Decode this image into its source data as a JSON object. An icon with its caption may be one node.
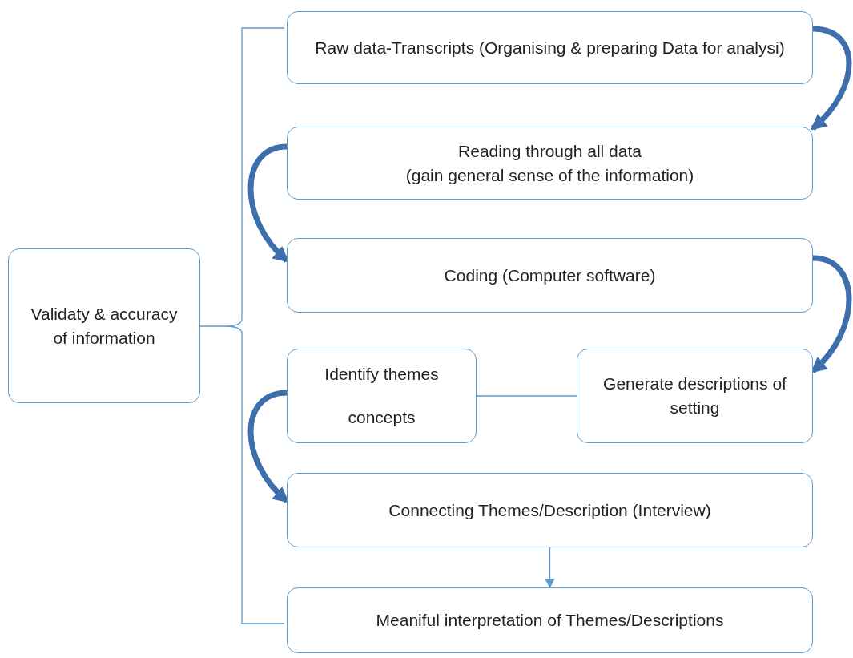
{
  "diagram": {
    "nodes": [
      {
        "text": [
          "Raw data-Transcripts (Organising & preparing Data for analysi)"
        ]
      },
      {
        "text": [
          "Reading through all data",
          "(gain general sense of the information)"
        ]
      },
      {
        "text": [
          "Coding (Computer software)"
        ]
      },
      {
        "text": [
          "Identify themes",
          "concepts"
        ]
      },
      {
        "text": [
          "Generate descriptions of setting"
        ]
      },
      {
        "text": [
          "Connecting Themes/Description (Interview)"
        ]
      },
      {
        "text": [
          "Meaniful interpretation of Themes/Descriptions"
        ]
      },
      {
        "text": [
          "Validaty & accuracy of information"
        ]
      }
    ],
    "edges": [
      {
        "from": 0,
        "to": 1,
        "arrow": "to"
      },
      {
        "from": 1,
        "to": 2,
        "arrow": "to"
      },
      {
        "from": 2,
        "to": 4,
        "arrow": "to"
      },
      {
        "from": 3,
        "to": 5,
        "arrow": "to"
      },
      {
        "from": 3,
        "to": 4,
        "arrow": "none",
        "color": "#5b9bd5"
      },
      {
        "from": 5,
        "to": 6,
        "arrow": "to",
        "color": "#5b9bd5"
      }
    ]
  }
}
